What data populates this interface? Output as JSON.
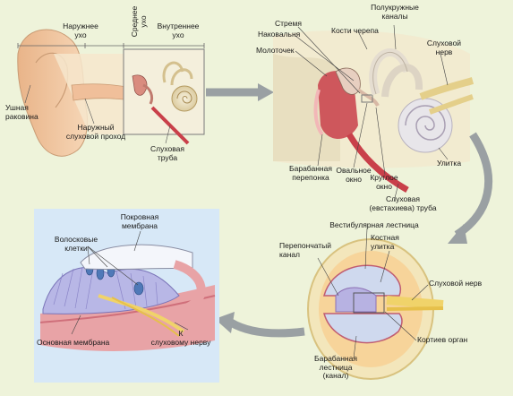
{
  "palette": {
    "background": "#eef3da",
    "skin": "#f2c9a3",
    "bone": "#f3ecd2",
    "cochlea_blue": "#cfd9ee",
    "membrane_pink": "#e79aa6",
    "nerve_yellow": "#f0d36a",
    "tube_red": "#c9404a",
    "detail_panel": "#d7e8f7",
    "arrow_gray": "#9aa0a3"
  },
  "labels": {
    "outer_ear": "Наружнее\nухо",
    "middle_ear": "Среднее\nухо",
    "inner_ear": "Внутреннее\nухо",
    "auricle": "Ушная\nраковина",
    "ear_canal": "Наружный\nслуховой проход",
    "auditory_tube_left": "Слуховая\nтруба",
    "stapes": "Стремя",
    "incus": "Наковальня",
    "malleus": "Молоточек",
    "skull_bones": "Кости черепа",
    "semicircular_canals": "Полукружные\nканалы",
    "auditory_nerve_top": "Слуховой\nнерв",
    "cochlea": "Улитка",
    "tympanic_membrane": "Барабанная\nперепонка",
    "oval_window": "Овальное\nокно",
    "round_window": "Круглое\nокно",
    "eustachian_tube": "Слуховая\n(евстахиева) труба",
    "vestibular_canal": "Вестибулярная лестница",
    "membranous_canal": "Перепончатый\nканал",
    "bony_cochlea": "Костная\nулитка",
    "auditory_nerve_right": "Слуховой нерв",
    "organ_of_corti": "Кортиев орган",
    "tympanic_canal": "Барабанная\nлестница\n(канал)",
    "tectorial_membrane": "Покровная\nмембрана",
    "hair_cells": "Волосковые\nклетки",
    "to_nerve": "К\nслуховому нерву",
    "basilar_membrane": "Основная мембрана"
  }
}
